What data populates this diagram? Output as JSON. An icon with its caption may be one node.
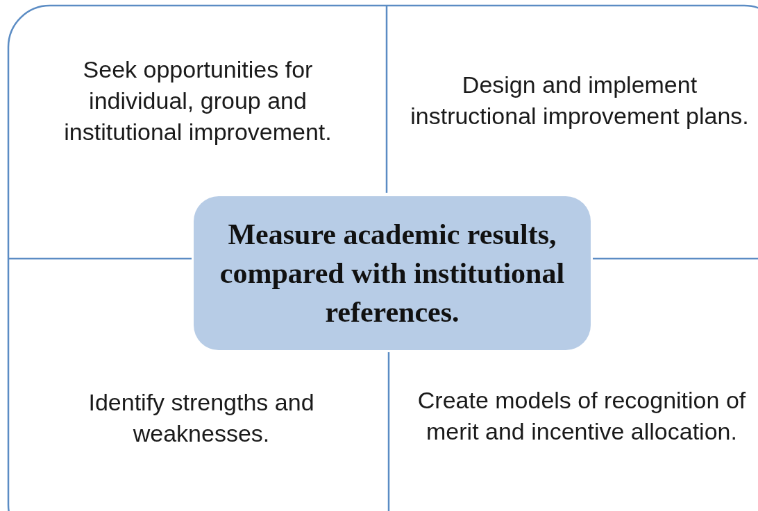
{
  "diagram": {
    "nodes": [
      {
        "text": [
          "Seek opportunities for individual, group and institutional improvement."
        ]
      },
      {
        "text": [
          "Design and implement instructional improvement plans."
        ]
      },
      {
        "text": [
          "Measure academic results, compared with institutional references."
        ]
      },
      {
        "text": [
          "Identify strengths and weaknesses."
        ]
      },
      {
        "text": [
          "Create models of recognition of merit and incentive allocation."
        ]
      }
    ],
    "edges": []
  }
}
